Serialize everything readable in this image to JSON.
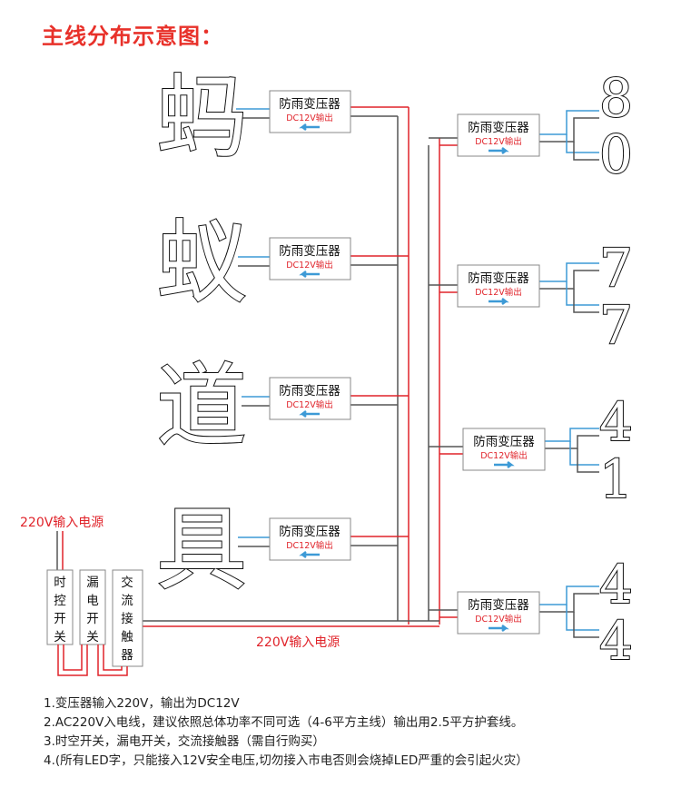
{
  "title": "主线分布示意图：",
  "transformer": {
    "title": "防雨变压器",
    "output": "DC12V输出"
  },
  "left_chars": [
    "蚂",
    "蚁",
    "道",
    "具"
  ],
  "right_digits": [
    "8",
    "0",
    "7",
    "7",
    "4",
    "1",
    "4",
    "4"
  ],
  "power_label_top": "220V输入电源",
  "power_label_bottom": "220V输入电源",
  "switches": [
    {
      "chars": [
        "时",
        "控",
        "开",
        "关"
      ]
    },
    {
      "chars": [
        "漏",
        "电",
        "开",
        "关"
      ]
    },
    {
      "chars": [
        "交",
        "流",
        "接",
        "触",
        "器"
      ]
    }
  ],
  "notes": [
    "1.变压器输入220V，输出为DC12V",
    "2.AC220V入电线，建议依照总体功率不同可选（4-6平方主线）输出用2.5平方护套线。",
    "3.时空开关，漏电开关，交流接触器（需自行购买）",
    "4.(所有LED字，只能接入12V安全电压,切勿接入市电否则会烧掉LED严重的会引起火灾）"
  ],
  "colors": {
    "red": "#e0232a",
    "blue": "#3d9ad6",
    "gray": "#555555",
    "title_red": "#e8312a"
  }
}
